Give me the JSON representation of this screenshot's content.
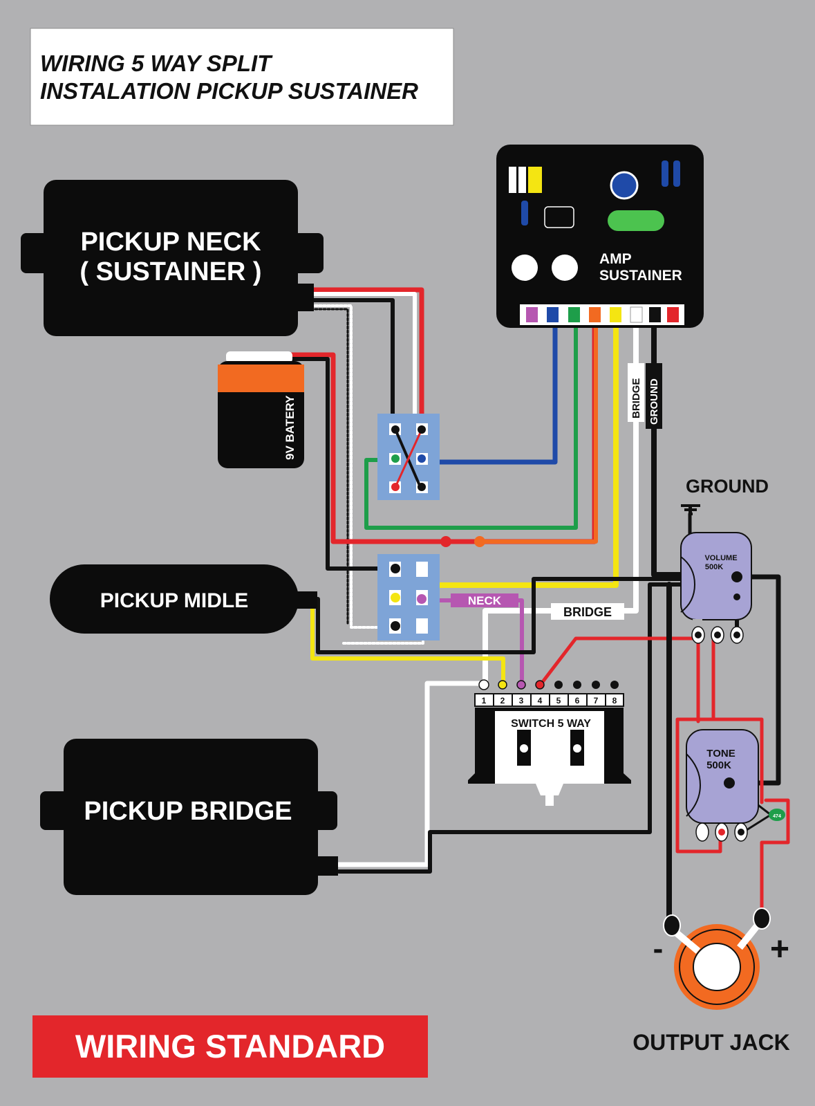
{
  "title": {
    "line1": "WIRING 5 WAY SPLIT",
    "line2": "INSTALATION PICKUP SUSTAINER"
  },
  "pickups": {
    "neck_line1": "PICKUP NECK",
    "neck_line2": "( SUSTAINER )",
    "middle": "PICKUP MIDLE",
    "bridge": "PICKUP BRIDGE"
  },
  "battery": {
    "label": "9V BATERY"
  },
  "amp": {
    "line1": "AMP",
    "line2": "SUSTAINER"
  },
  "wire_labels": {
    "bridge_vertical": "BRIDGE",
    "ground_vertical": "GROUND",
    "neck": "NECK",
    "bridge": "BRIDGE"
  },
  "ground": {
    "label": "GROUND"
  },
  "volume": {
    "line1": "VOLUME",
    "line2": "500K"
  },
  "tone": {
    "line1": "TONE",
    "line2": "500K",
    "capacitor": "474"
  },
  "switch": {
    "label": "SWITCH 5 WAY",
    "terminals": [
      "1",
      "2",
      "3",
      "4",
      "5",
      "6",
      "7",
      "8"
    ]
  },
  "jack": {
    "label": "OUTPUT JACK",
    "minus": "-",
    "plus": "+"
  },
  "footer": {
    "label": "WIRING STANDARD"
  },
  "colors": {
    "background": "#b1b1b3",
    "red": "#e3262b",
    "blue": "#1f4aa8",
    "green": "#1e9e4a",
    "orange": "#f26a21",
    "yellow": "#f4e512",
    "purple": "#b657b1",
    "lavender": "#a7a3d4",
    "switch_blue": "#7ea4d7"
  }
}
